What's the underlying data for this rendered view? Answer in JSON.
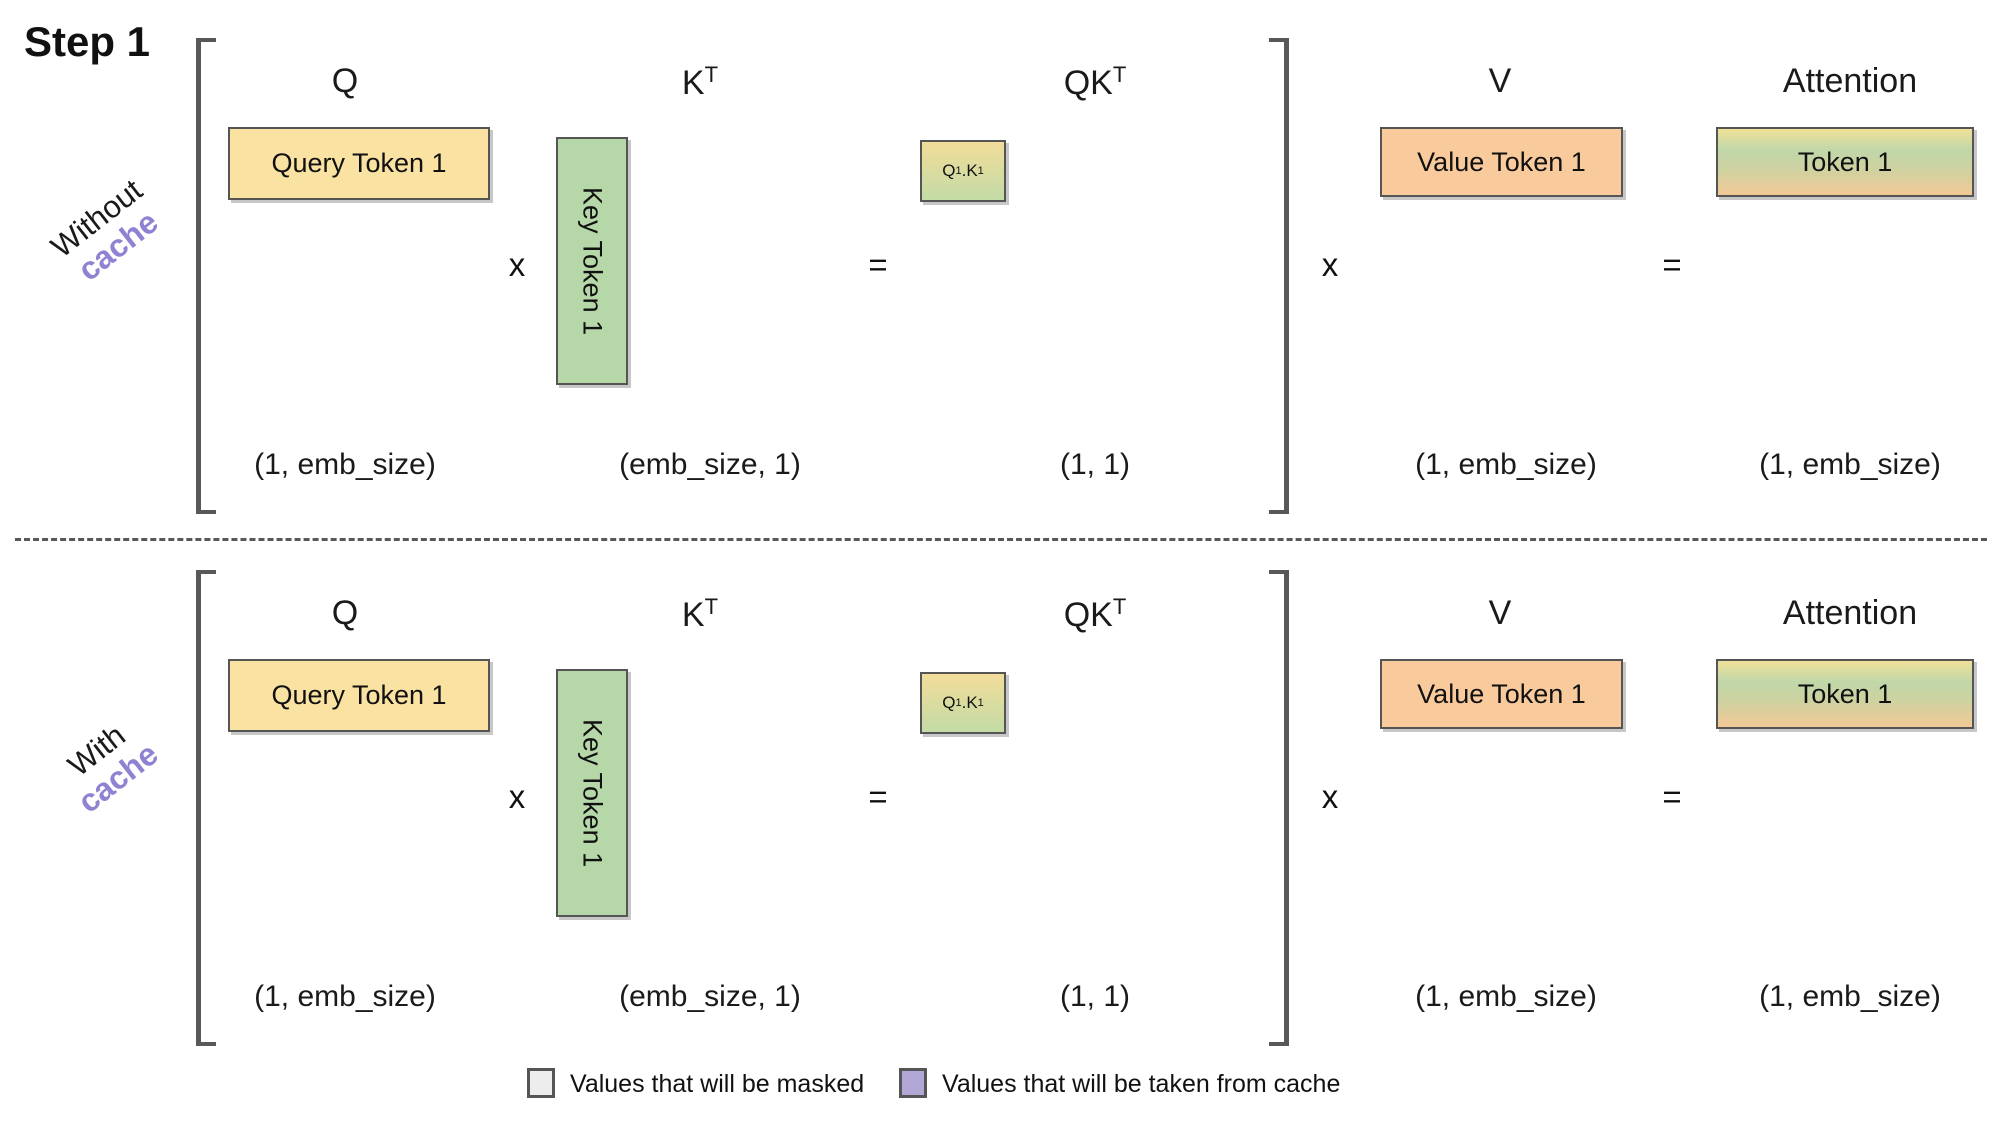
{
  "title": "Step 1",
  "colors": {
    "query_fill": "#FAE3A2",
    "key_fill": "#B6D7A8",
    "value_fill": "#F9CB9C",
    "qk_gradient_top": "#F2DC99",
    "qk_gradient_bottom": "#C3DBA6",
    "attention_gradient": [
      "#EFE198",
      "#C0D7A9",
      "#F2C996"
    ],
    "cache_label_purple": "#8F82D2",
    "masked_swatch_gray": "#EDEDED",
    "cache_swatch_purple": "#B3A7D6",
    "bracket_gray": "#58585a"
  },
  "styles": {
    "query_box": "background:#FAE3A2",
    "key_box": "background:#B6D7A8",
    "value_box": "background:#F9CB9C",
    "qk_box": "background:linear-gradient(180deg,#F2DC99 0%,#C3DBA6 100%)",
    "attention_box": "background:linear-gradient(180deg,#EFE198 0%,#C0D7A9 32%,#CFD2A0 62%,#F2C996 100%)",
    "masked_swatch": "background:#EDEDED",
    "cache_swatch": "background:#B3A7D6",
    "cache_text": "color:#8F82D2"
  },
  "rows": [
    {
      "side_label_line1": "Without",
      "side_label_line2": "cache",
      "headers": {
        "q": "Q",
        "k_base": "K",
        "k_sup": "T",
        "qk_base": "QK",
        "qk_sup": "T",
        "v": "V",
        "attention": "Attention"
      },
      "boxes": {
        "query": "Query Token 1",
        "key": "Key Token 1",
        "value": "Value Token 1",
        "attention": "Token 1",
        "qk": {
          "p1": "Q",
          "s1": "1",
          "dot": ".",
          "p2": "K",
          "s2": "1"
        }
      },
      "operators": {
        "times1": "x",
        "equals1": "=",
        "times2": "x",
        "equals2": "="
      },
      "dims": {
        "q": "(1, emb_size)",
        "k": "(emb_size, 1)",
        "qk": "(1, 1)",
        "v": "(1, emb_size)",
        "attention": "(1, emb_size)"
      }
    },
    {
      "side_label_line1": "With",
      "side_label_line2": "cache",
      "headers": {
        "q": "Q",
        "k_base": "K",
        "k_sup": "T",
        "qk_base": "QK",
        "qk_sup": "T",
        "v": "V",
        "attention": "Attention"
      },
      "boxes": {
        "query": "Query Token 1",
        "key": "Key Token 1",
        "value": "Value Token 1",
        "attention": "Token 1",
        "qk": {
          "p1": "Q",
          "s1": "1",
          "dot": ".",
          "p2": "K",
          "s2": "1"
        }
      },
      "operators": {
        "times1": "x",
        "equals1": "=",
        "times2": "x",
        "equals2": "="
      },
      "dims": {
        "q": "(1, emb_size)",
        "k": "(emb_size, 1)",
        "qk": "(1, 1)",
        "v": "(1, emb_size)",
        "attention": "(1, emb_size)"
      }
    }
  ],
  "legend": {
    "masked": "Values that will be masked",
    "cache": "Values that will be taken from cache"
  }
}
